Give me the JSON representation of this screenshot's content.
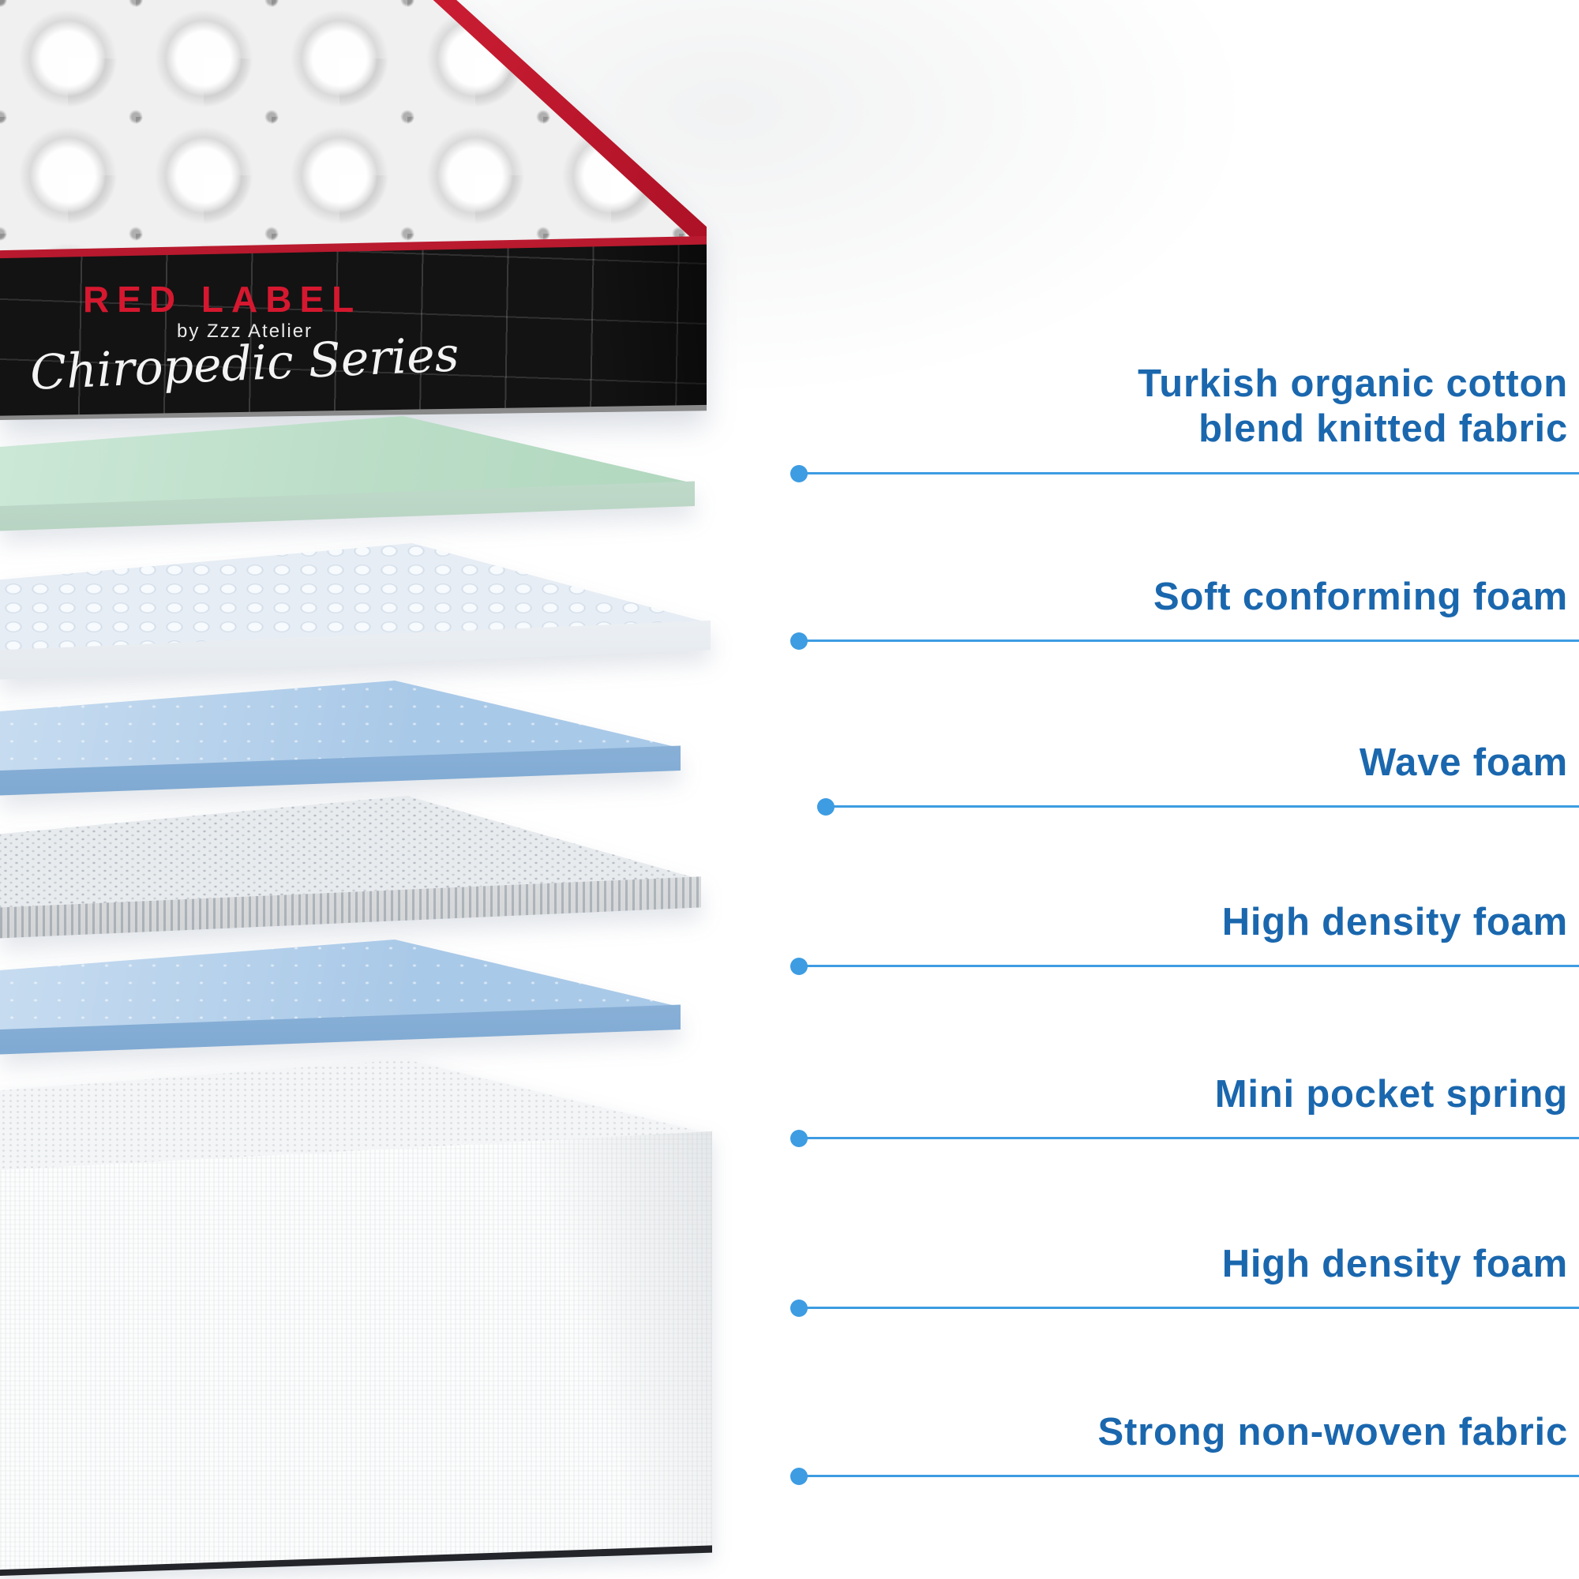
{
  "product": {
    "brand": "RED LABEL",
    "byline": "by Zzz Atelier",
    "series": "Chiropedic Series"
  },
  "layers": [
    {
      "name": "cover",
      "label": "Turkish organic cotton blend knitted fabric"
    },
    {
      "name": "soft-foam",
      "label": "Soft conforming foam"
    },
    {
      "name": "wave-foam",
      "label": "Wave foam"
    },
    {
      "name": "hd-foam-upper",
      "label": "High density foam"
    },
    {
      "name": "pocket-spring",
      "label": "Mini pocket spring"
    },
    {
      "name": "hd-foam-lower",
      "label": "High density foam"
    },
    {
      "name": "base-fabric",
      "label": "Strong non-woven fabric"
    }
  ],
  "colors": {
    "label_text": "#1a67ae",
    "callout_line": "#3d9ce2",
    "accent_red": "#d5182f",
    "foam_green": "#d8ecdf",
    "foam_blue": "#a9c9e8"
  }
}
